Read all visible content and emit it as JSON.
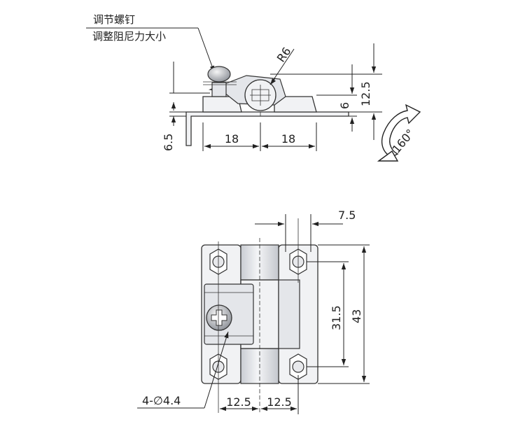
{
  "side_view": {
    "callout_line1": "调节螺钉",
    "callout_line2": "调整阻尼力大小",
    "radius_label": "R6",
    "dim_height_total": "12.5",
    "dim_thickness": "6",
    "dim_offset": "6.5",
    "dim_left_width": "18",
    "dim_right_width": "18",
    "rotation_label": "160°"
  },
  "front_view": {
    "dim_top_offset": "7.5",
    "dim_hole_spacing": "31.5",
    "dim_total_height": "43",
    "dim_bottom_left": "12.5",
    "dim_bottom_right": "12.5",
    "hole_label": "4-∅4.4"
  }
}
